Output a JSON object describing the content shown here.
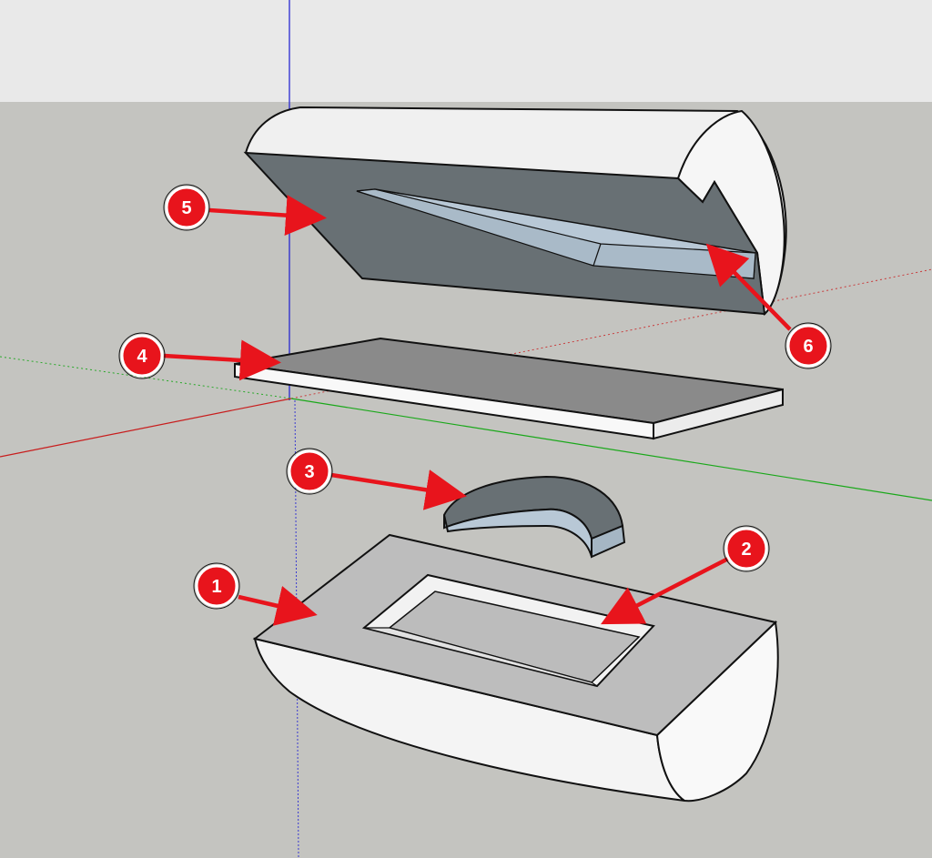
{
  "scene": {
    "sky_color": "#e9e9e9",
    "ground_color": "#c4c4c0",
    "axes": {
      "blue": "#1a1ad0",
      "red": "#c81c1c",
      "green": "#1aa81a"
    }
  },
  "callouts": [
    {
      "id": "1",
      "label": "1"
    },
    {
      "id": "2",
      "label": "2"
    },
    {
      "id": "3",
      "label": "3"
    },
    {
      "id": "4",
      "label": "4"
    },
    {
      "id": "5",
      "label": "5"
    },
    {
      "id": "6",
      "label": "6"
    }
  ],
  "colors": {
    "callout": "#e8141c",
    "arrow": "#e8141c",
    "dark_face": "#6a7276",
    "light_face": "#f2f2f2",
    "slot_face": "#b8c8d6",
    "plate_top": "#8a8a8a",
    "base_top": "#bdbdbd"
  }
}
